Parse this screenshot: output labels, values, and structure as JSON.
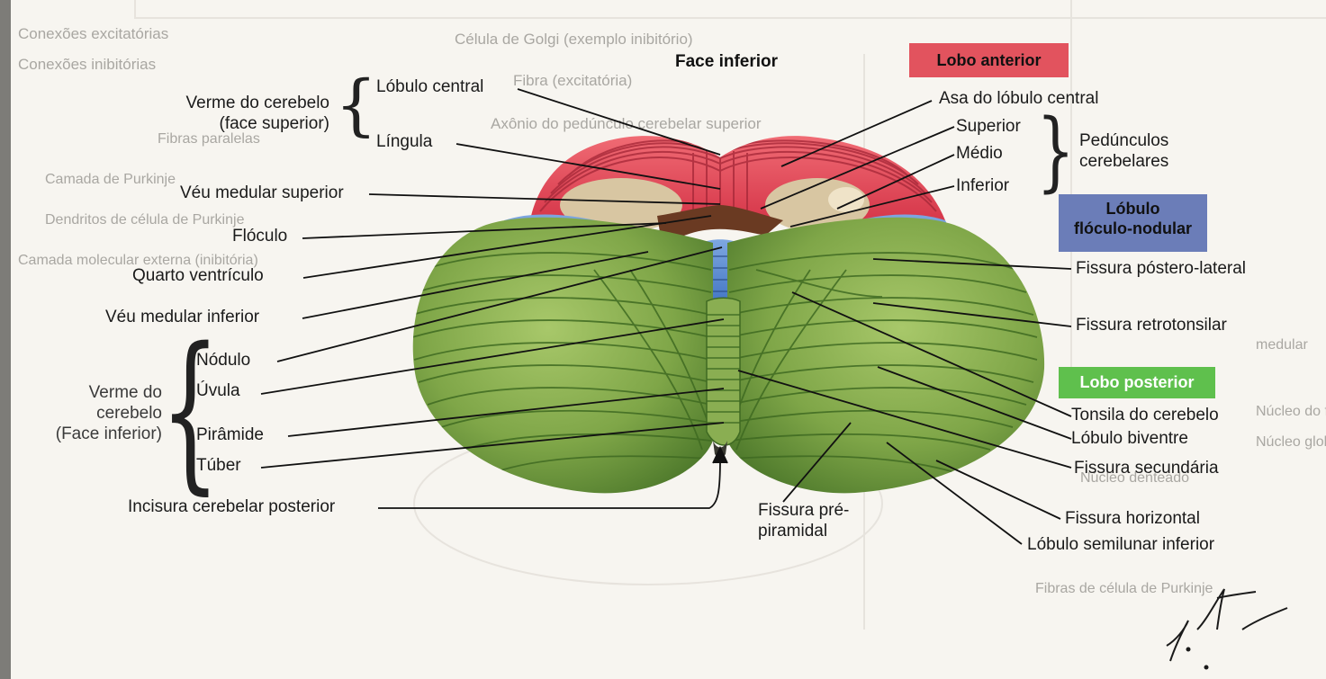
{
  "title": "Face inferior",
  "categories": {
    "anterior": {
      "label": "Lobo anterior",
      "color": "#e2535e"
    },
    "flocculo": {
      "label_1": "Lóbulo",
      "label_2": "flóculo-nodular",
      "color": "#6b7db8"
    },
    "posterior": {
      "label": "Lobo posterior",
      "color": "#5fc04d"
    }
  },
  "left_groups": {
    "verme_superior": {
      "line1": "Verme do cerebelo",
      "line2": "(face superior)"
    },
    "verme_inferior": {
      "line1": "Verme do",
      "line2": "cerebelo",
      "line3": "(Face inferior)"
    }
  },
  "right_groups": {
    "pedunculos": {
      "line1": "Pedúnculos",
      "line2": "cerebelares"
    }
  },
  "labels": {
    "lobulo_central": "Lóbulo central",
    "lingula": "Língula",
    "veu_superior": "Véu medular superior",
    "floculo": "Flóculo",
    "quarto_ventriculo": "Quarto ventrículo",
    "veu_inferior": "Véu medular inferior",
    "nodulo": "Nódulo",
    "uvula": "Úvula",
    "piramide": "Pirâmide",
    "tuber": "Túber",
    "incisura": "Incisura cerebelar posterior",
    "asa": "Asa do lóbulo central",
    "superior": "Superior",
    "medio": "Médio",
    "inferior": "Inferior",
    "fissura_postero": "Fissura póstero-lateral",
    "fissura_retro": "Fissura retrotonsilar",
    "tonsila": "Tonsila do cerebelo",
    "biventre": "Lóbulo biventre",
    "fissura_secundaria": "Fissura secundária",
    "fissura_horizontal": "Fissura horizontal",
    "semilunar": "Lóbulo semilunar inferior",
    "fissura_pre_1": "Fissura pré-",
    "fissura_pre_2": "piramidal"
  },
  "signature": "F. Netter M.D.",
  "background_text": {
    "left": [
      "Conexões excitatórias",
      "Conexões inibitórias",
      "Fibras paralelas",
      "Camada de Purkinje",
      "Dendritos de célula de Purkinje",
      "Camada molecular externa (inibitória)"
    ],
    "center": [
      "Célula de Golgi (exemplo inibitório)",
      "Fibra (excitatória)",
      "Axônio do pedúnculo cerebelar superior"
    ],
    "right": [
      "medular",
      "Núcleo do fastígio",
      "Núcleo globoso",
      "Núcleo denteado",
      "Fibras de célula de Purkinje"
    ]
  }
}
